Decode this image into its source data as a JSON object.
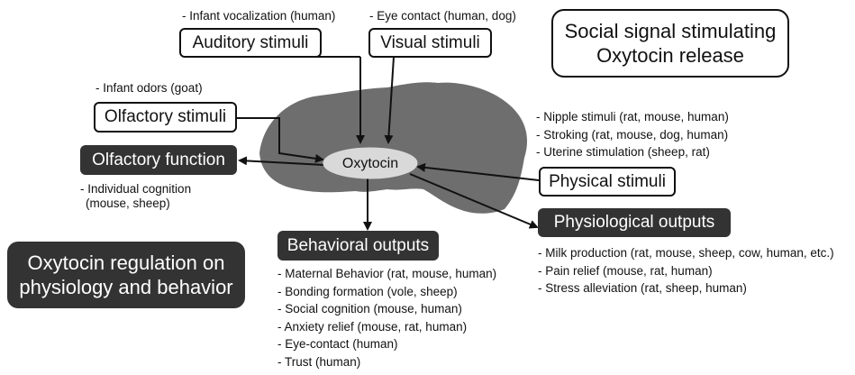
{
  "title": {
    "line1": "Social signal stimulating",
    "line2": "Oxytocin release"
  },
  "summary": {
    "line1": "Oxytocin regulation on",
    "line2": "physiology and behavior"
  },
  "hub": {
    "label": "Oxytocin"
  },
  "inputs": {
    "auditory": {
      "label": "Auditory stimuli",
      "note": "- Infant vocalization (human)"
    },
    "visual": {
      "label": "Visual stimuli",
      "note": "- Eye contact (human, dog)"
    },
    "olfactory": {
      "label": "Olfactory stimuli",
      "note": "- Infant odors (goat)"
    },
    "physical": {
      "label": "Physical stimuli",
      "notes": [
        "- Nipple stimuli (rat, mouse, human)",
        "- Stroking (rat, mouse, dog, human)",
        "- Uterine stimulation (sheep, rat)"
      ]
    }
  },
  "outputs": {
    "olfactory_function": {
      "label": "Olfactory function",
      "notes": [
        "- Individual cognition",
        "(mouse, sheep)"
      ]
    },
    "behavioral": {
      "label": "Behavioral outputs",
      "items": [
        "- Maternal Behavior (rat, mouse, human)",
        "- Bonding formation (vole, sheep)",
        "- Social cognition (mouse, human)",
        "- Anxiety relief (mouse, rat, human)",
        "- Eye-contact (human)",
        "- Trust (human)"
      ]
    },
    "physiological": {
      "label": "Physiological outputs",
      "items": [
        "- Milk production (rat, mouse, sheep, cow, human, etc.)",
        "- Pain relief (mouse, rat, human)",
        "- Stress alleviation (rat, sheep, human)"
      ]
    }
  },
  "colors": {
    "brain": "#6e6e6e",
    "hub": "#d9d9d9",
    "dark_box": "#333333",
    "line": "#111111"
  }
}
